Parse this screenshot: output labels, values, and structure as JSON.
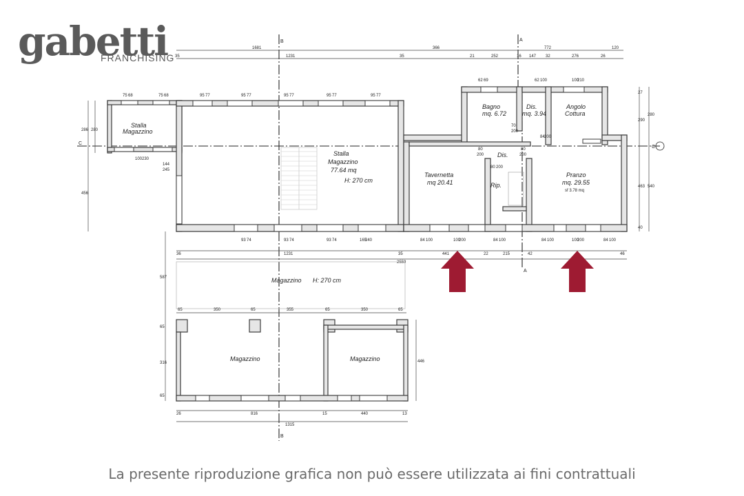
{
  "logo": {
    "word": "gabetti",
    "sub": "FRANCHISING"
  },
  "disclaimer": "La presente riproduzione grafica non può essere utilizzata ai fini contrattuali",
  "colors": {
    "arrow": "#9e1b32",
    "wall_fill": "#e6e6e6",
    "stroke": "#3a3a3a"
  },
  "section_marks": {
    "b": "B",
    "a": "A",
    "c": "C"
  },
  "rooms": {
    "stalla_small": [
      "Stalla",
      "Magazzino"
    ],
    "stalla_big": [
      "Stalla",
      "Magazzino",
      "77.64 mq"
    ],
    "stalla_big_h": "H: 270 cm",
    "tavernetta": [
      "Tavernetta",
      "mq 20.41"
    ],
    "bagno": [
      "Bagno",
      "mq. 6.72"
    ],
    "dis_top": [
      "Dis.",
      "mq. 3.94"
    ],
    "angolo": [
      "Angolo",
      "Cottura"
    ],
    "dis_mid": "Dis.",
    "rip": "Rip.",
    "pranzo": [
      "Pranzo",
      "mq. 29.55",
      "sf 3.78 mq"
    ],
    "magazzino_top": "Magazzino",
    "magazzino_top_h": "H: 270 cm",
    "magazzino_left": "Magazzino",
    "magazzino_right": "Magazzino"
  },
  "dims": {
    "top_total": "1681",
    "top_right_total": "772",
    "top_1231": "1231",
    "top_35a": "35",
    "top_35b": "35",
    "top_366": "366",
    "top_21": "21",
    "top_252": "252",
    "top_16": "16",
    "top_147": "147",
    "top_32": "32",
    "top_276": "276",
    "top_120": "120",
    "top_26": "26",
    "bot_1231": "1231",
    "bot_2559": "2559",
    "bot_36": "36",
    "bot_35": "35",
    "bot_441": "441",
    "bot_22": "22",
    "bot_215": "215",
    "bot_42": "42",
    "bot_46": "46",
    "left_286": "286",
    "left_280": "280",
    "left_456": "456",
    "left_587": "587",
    "left_65a": "65",
    "left_316": "316",
    "left_65b": "65",
    "right_290": "290",
    "right_280": "280",
    "right_463": "463",
    "right_540": "540",
    "right_27": "27",
    "right_40": "40",
    "right_446": "446",
    "mag_65a": "65",
    "mag_350a": "350",
    "mag_65b": "65",
    "mag_355": "355",
    "mag_65c": "65",
    "mag_350b": "350",
    "mag_65d": "65",
    "base_26": "26",
    "base_816": "816",
    "base_15": "15",
    "base_440": "440",
    "base_13": "13",
    "base_1315": "1315",
    "door_100": "100",
    "door_230": "230",
    "door_144": "144",
    "door_245": "245",
    "w_75a": "75",
    "w_68a": "68",
    "w_75b": "75",
    "w_68b": "68",
    "w_95": "95",
    "w_77": "77",
    "w_62a": "62",
    "w_69": "69",
    "w_62b": "62",
    "w_100a": "100",
    "w_100b": "100",
    "w_210": "210",
    "d_70": "70",
    "d_200a": "200",
    "d_80a": "80",
    "d_200b": "200",
    "d_80b": "80",
    "d_200c": "200",
    "d_84a": "84",
    "d_200d": "200",
    "d_80c": "80",
    "d_200e": "200",
    "d_84b": "84",
    "b_93": "93",
    "b_74": "74",
    "b_165": "165",
    "b_240": "240",
    "b_84": "84",
    "b_100": "100",
    "b_200": "200"
  }
}
